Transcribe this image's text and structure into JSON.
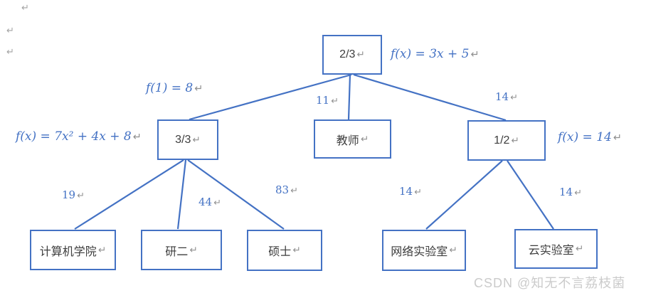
{
  "symbols": {
    "return_mark": "↵"
  },
  "colors": {
    "accent_blue": "#4472C4",
    "node_text": "#3d3d3d",
    "mark_gray": "#8f8f8f",
    "watermark_gray": "#cbcbcb"
  },
  "watermark": {
    "text": "CSDN @知无不言荔枝菌"
  },
  "tree": {
    "root": {
      "label": "2/3",
      "formula": "f(x) = 3x + 5"
    },
    "level2": [
      {
        "label": "3/3",
        "edge_label": "f(1) = 8",
        "formula": "f(x) = 7x² + 4x + 8",
        "parent": "2/3"
      },
      {
        "label": "教师",
        "edge_label": "11",
        "parent": "2/3"
      },
      {
        "label": "1/2",
        "edge_label": "14",
        "formula": "f(x) = 14",
        "parent": "2/3"
      }
    ],
    "level3": [
      {
        "label": "计算机学院",
        "edge_label": "19",
        "parent": "3/3"
      },
      {
        "label": "研二",
        "edge_label": "44",
        "parent": "3/3"
      },
      {
        "label": "硕士",
        "edge_label": "83",
        "parent": "3/3"
      },
      {
        "label": "网络实验室",
        "edge_label": "14",
        "parent": "1/2"
      },
      {
        "label": "云实验室",
        "edge_label": "14",
        "parent": "1/2"
      }
    ]
  }
}
